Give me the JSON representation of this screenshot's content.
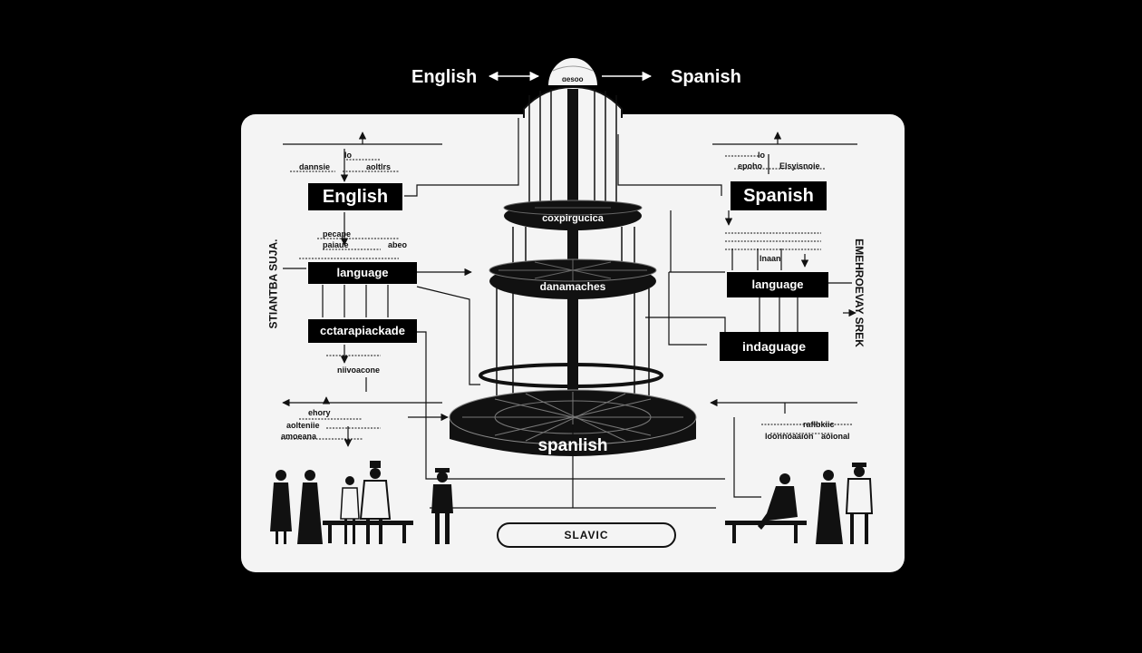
{
  "header": {
    "left_lang": "English",
    "right_lang": "Spanish",
    "dome_label": "ɑesoo"
  },
  "left_column": {
    "box_top": "English",
    "box_mid": "language",
    "box_low": "cctarapiackade",
    "note_top_a": "lo",
    "note_top_b": "dannsie",
    "note_top_c": "aoltlrs",
    "note_mid_a": "pecape",
    "note_mid_b": "paiaue",
    "note_mid_c": "abeo",
    "note_low_a": "niivoacone",
    "note_bot_a": "ehory",
    "note_bot_b": "aolteniie",
    "note_bot_c": "amoeana",
    "side_text": "STIANTBA SUJA."
  },
  "right_column": {
    "box_top": "Spanish",
    "box_mid": "language",
    "box_low": "indaguage",
    "note_top_a": "lo",
    "note_top_b": "epoho",
    "note_top_c": "Elsyisnoie",
    "note_mid_a": "lnaan",
    "note_bot_a": "loonnoaaion",
    "note_bot_b": "aoional",
    "note_bot_c": "raflbkiic",
    "side_text": "EMEHROEVAY SREK"
  },
  "tower": {
    "tier1": "coxpirgucica",
    "tier2": "danamaches",
    "base": "spanlish"
  },
  "footer": {
    "pill": "SLAVIC"
  },
  "colors": {
    "background": "#000000",
    "panel": "#f4f4f4",
    "ink": "#111111"
  }
}
